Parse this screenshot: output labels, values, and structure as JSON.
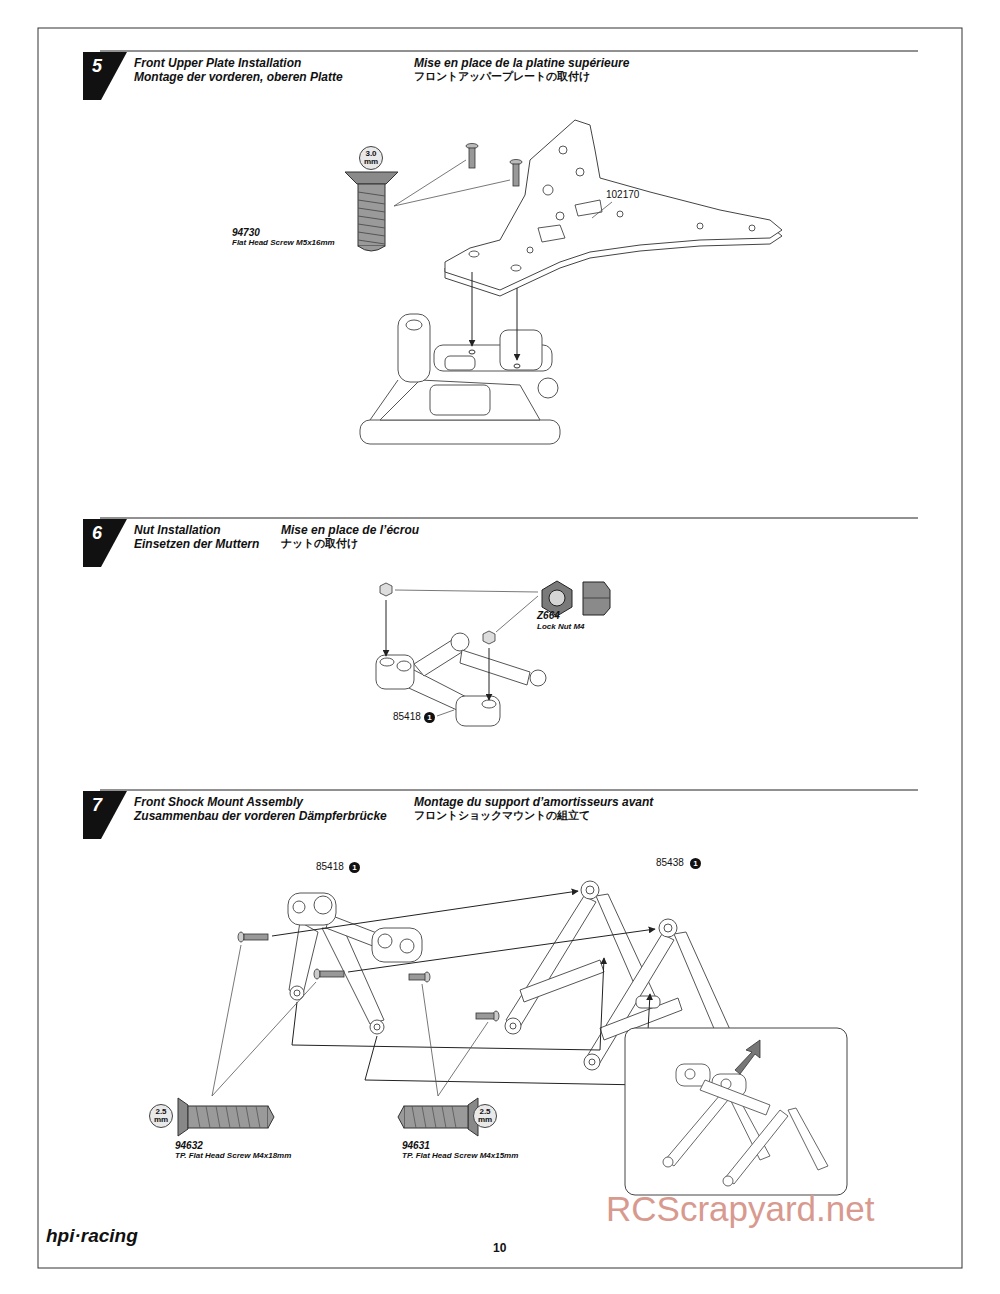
{
  "diagram": {
    "nodes": [
      {
        "text": [
          "5"
        ]
      },
      {
        "text": [
          "3.0 mm"
        ]
      },
      {
        "text": [
          "6"
        ]
      },
      {
        "text": [
          "1"
        ]
      },
      {
        "text": [
          "7"
        ]
      },
      {
        "text": [
          "1"
        ]
      },
      {
        "text": [
          "1"
        ]
      },
      {
        "text": [
          "2.5 mm"
        ]
      },
      {
        "text": [
          "2.5 mm"
        ]
      }
    ],
    "labels": [
      "Front Upper Plate Installation",
      "Montage der vorderen, oberen Platte",
      "Mise en place de la platine supérieure",
      "フロントアッパープレートの取付け",
      "94730",
      "Flat Head Screw M5x16mm",
      "102170",
      "Nut Installation",
      "Einsetzen der Muttern",
      "Mise en place de l’écrou",
      "ナットの取付け",
      "Z664",
      "Lock Nut M4",
      "85418",
      "Front Shock Mount Assembly",
      "Zusammenbau der vorderen Dämpferbrücke",
      "Montage du support d’amortisseurs avant",
      "フロントショックマウントの組立て",
      "85418",
      "85438",
      "94632",
      "TP. Flat Head Screw M4x18mm",
      "94631",
      "TP. Flat Head Screw M4x15mm",
      "hpi·racing",
      "10",
      "RCScrapyard.net"
    ]
  }
}
